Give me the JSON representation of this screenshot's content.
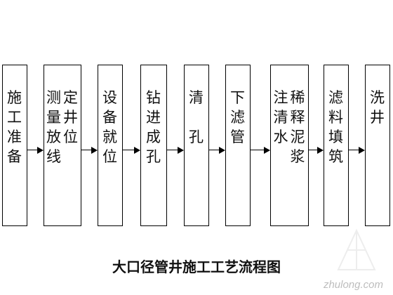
{
  "title": "大口径管井施工工艺流程图",
  "watermark": "zhulong.com",
  "steps": [
    {
      "columns": [
        [
          "施",
          "工",
          "准",
          "备"
        ]
      ]
    },
    {
      "columns": [
        [
          "测",
          "量",
          "放",
          "线"
        ],
        [
          "定",
          "井",
          "位"
        ]
      ]
    },
    {
      "columns": [
        [
          "设",
          "备",
          "就",
          "位"
        ]
      ]
    },
    {
      "columns": [
        [
          "钻",
          "进",
          "成",
          "孔"
        ]
      ]
    },
    {
      "columns": [
        [
          "清",
          "",
          "孔"
        ]
      ]
    },
    {
      "columns": [
        [
          "下",
          "滤",
          "管"
        ]
      ]
    },
    {
      "columns": [
        [
          "注",
          "清",
          "水"
        ],
        [
          "稀",
          "释",
          "泥",
          "浆"
        ]
      ]
    },
    {
      "columns": [
        [
          "滤",
          "料",
          "填",
          "筑"
        ]
      ]
    },
    {
      "columns": [
        [
          "洗",
          "井"
        ]
      ]
    }
  ],
  "colors": {
    "line": "#000000",
    "text": "#111111",
    "watermark": "#bdbdbd"
  }
}
